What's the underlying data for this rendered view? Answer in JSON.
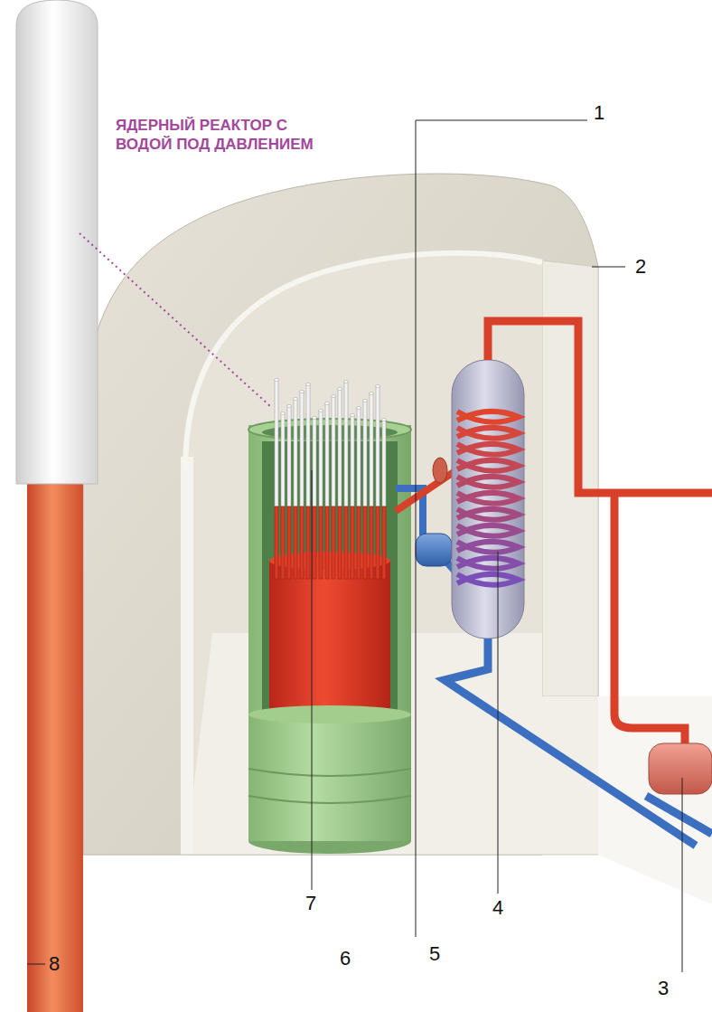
{
  "diagram": {
    "labels": [
      "ЯДЕРНЫЙ РЕАКТОР С ВОДОЙ ПОД ДАВЛЕНИЕМ",
      "1",
      "2",
      "7",
      "4",
      "8",
      "6",
      "5",
      "3"
    ]
  }
}
